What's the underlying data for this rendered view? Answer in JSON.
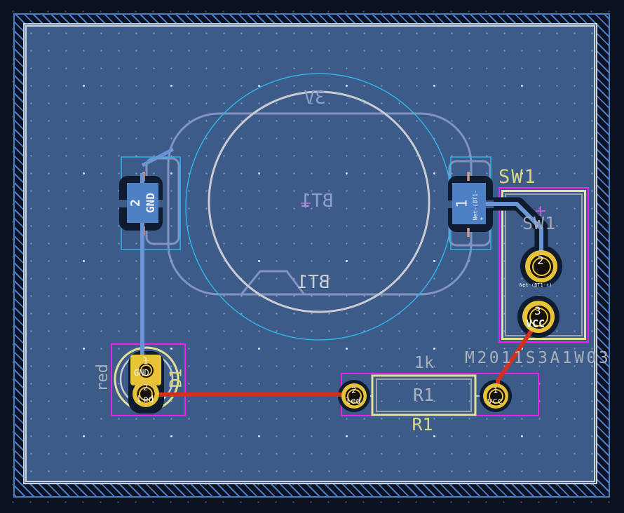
{
  "app": {
    "name": "pcb-layout-editor-canvas"
  },
  "colors": {
    "outer_background": "#0b1322",
    "board_zone_fill": "#3c5b89",
    "board_outline": "#cfd3da",
    "edge_hatch_blue": "#4a7dc8",
    "clearance_dark": "#0f1c30",
    "copper_front_track_red": "#d2301c",
    "copper_back_track_blue": "#6b95d5",
    "pad_gold": "#e8c237",
    "pad_smd_blue": "#4d80c4",
    "silkscreen_yellow": "#dcd87e",
    "fab_gray": "#a8b0ba",
    "fab_lavender": "#8f9dc9",
    "courtyard_magenta": "#ef1fef",
    "courtyard_cyan": "#2fb3e8"
  },
  "footprints": {
    "bt1": {
      "reference": "BT1",
      "value": "3V",
      "pad1": {
        "number": "1",
        "net": "Net-(BT1-+"
      },
      "pad2": {
        "number": "2",
        "net": "GND"
      }
    },
    "sw1": {
      "reference": "SW1",
      "value": "M2011S3A1W03",
      "pad2": {
        "number": "2",
        "net": "Net-(BT1-+)"
      },
      "pad3": {
        "number": "3",
        "net": "VCC"
      }
    },
    "d1": {
      "reference": "D1",
      "value": "red",
      "pad1": {
        "number": "1",
        "net": "GND"
      },
      "pad2": {
        "number": "2",
        "net": "Led"
      }
    },
    "r1": {
      "reference": "R1",
      "value": "1k",
      "pad_left": {
        "number": "2",
        "net": "led"
      },
      "pad_right": {
        "number": "1",
        "net": "vcc"
      }
    }
  }
}
